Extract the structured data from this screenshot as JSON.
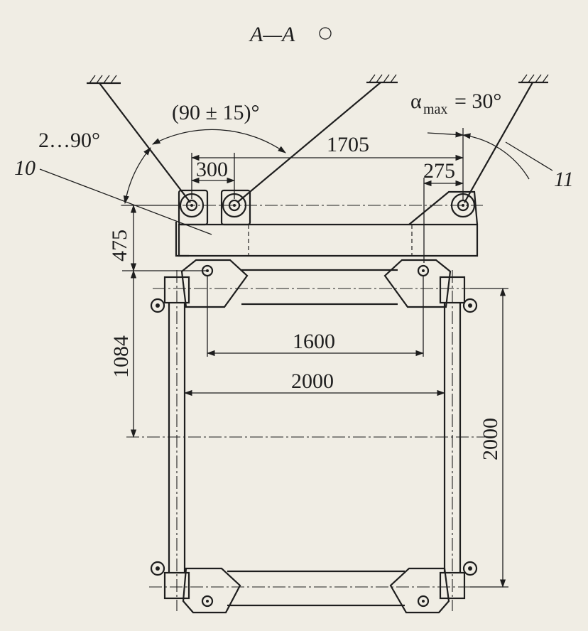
{
  "section_title": "A—A",
  "angle_range_label": "2…90°",
  "angle_setting_label": "(90 ± 15)°",
  "alpha_prefix": "α",
  "alpha_subscript": "max",
  "alpha_value": "= 30°",
  "part_10": "10",
  "part_11": "11",
  "dim_300": "300",
  "dim_1705": "1705",
  "dim_275": "275",
  "dim_475": "475",
  "dim_1084": "1084",
  "dim_1600": "1600",
  "dim_2000_horizontal": "2000",
  "dim_2000_vertical": "2000"
}
